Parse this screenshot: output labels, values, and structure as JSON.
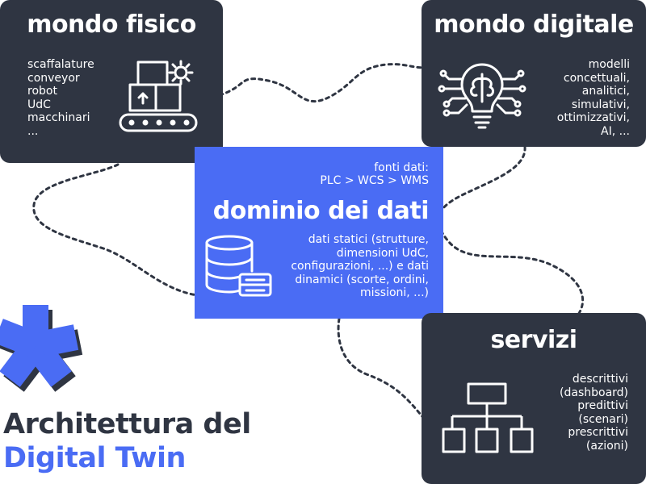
{
  "title": {
    "line1": "Architettura del",
    "line2": "Digital Twin"
  },
  "nodes": {
    "mondo_fisico": {
      "title": "mondo fisico",
      "items": [
        "scaffalature",
        "conveyor",
        "robot",
        "UdC",
        "macchinari",
        "..."
      ],
      "icon": "conveyor-boxes-icon"
    },
    "mondo_digitale": {
      "title": "mondo digitale",
      "items": [
        "modelli",
        "concettuali,",
        "analitici,",
        "simulativi,",
        "ottimizzativi,",
        "AI, ..."
      ],
      "icon": "ai-lightbulb-icon"
    },
    "dominio_dati": {
      "sources": [
        "fonti dati:",
        "PLC > WCS > WMS"
      ],
      "title": "dominio dei dati",
      "description": [
        "dati statici (strutture,",
        "dimensioni UdC,",
        "configurazioni, ...) e dati",
        "dinamici (scorte, ordini,",
        "missioni, ...)"
      ],
      "icon": "database-server-icon"
    },
    "servizi": {
      "title": "servizi",
      "items": [
        "descrittivi",
        "(dashboard)",
        "predittivi",
        "(scenari)",
        "prescrittivi",
        "(azioni)"
      ],
      "icon": "hierarchy-icon"
    }
  },
  "colors": {
    "card": "#2f3542",
    "accent": "#4a6cf4",
    "text_light": "#ffffff",
    "connector": "#2f3542"
  },
  "logo_icon": "asterisk-logo-icon"
}
